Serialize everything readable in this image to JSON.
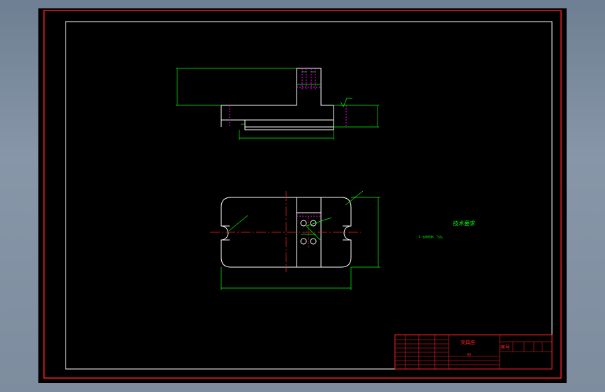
{
  "colors": {
    "background": "#000000",
    "frame_outer": "#ff2020",
    "frame_inner": "#ffffff",
    "geometry": "#ffffff",
    "dimension": "#00ff00",
    "center_line": "#ff2020",
    "hidden_line": "#ff00ff",
    "title_block": "#ff2020",
    "tech_text": "#00ff00"
  },
  "technical_requirements": {
    "title": "技术要求",
    "line1": "1. 去除毛刺、飞边。"
  },
  "title_block": {
    "part_name": "夹具座",
    "material": "45",
    "seq_label": "序号"
  }
}
